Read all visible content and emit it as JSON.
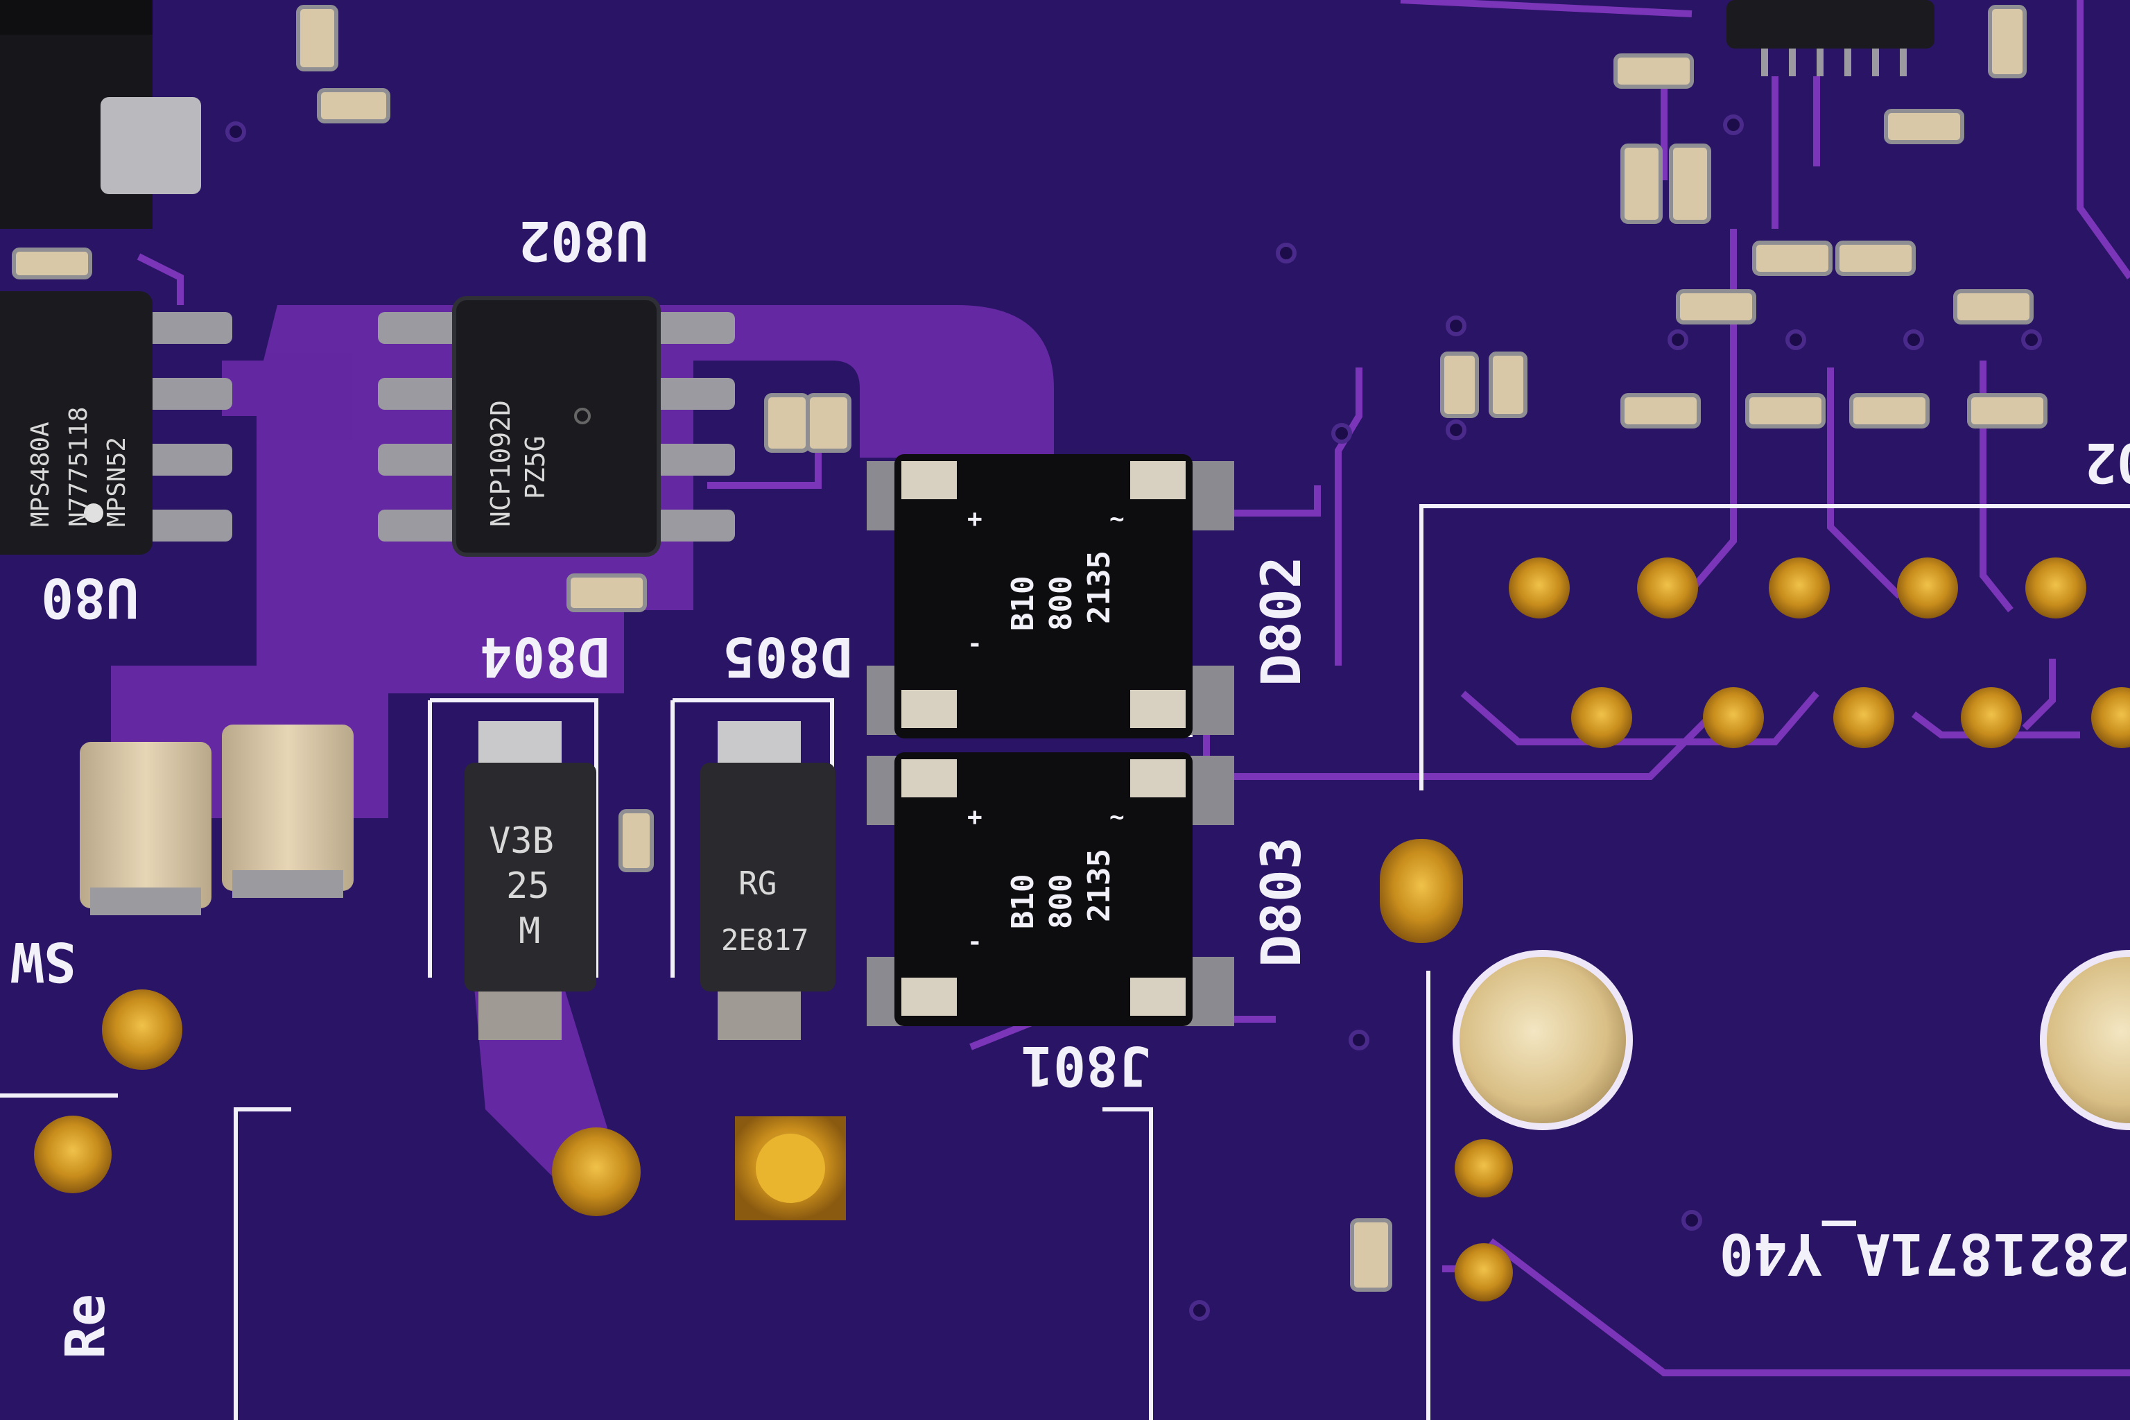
{
  "image": {
    "kind": "photo-of-pcb",
    "board_color": "#2a1466",
    "trace_color": "#7a35b8",
    "silkscreen_color": "#f2f0f8",
    "pad_color": "#c9a23a"
  },
  "labels": {
    "u802": "U802",
    "u80_partial": "U80",
    "d804": "D804",
    "d805": "D805",
    "d802": "D802",
    "d803": "D803",
    "j801": "J801",
    "label_02_partial": "02",
    "part_number": "2821871A_Y40",
    "sw_partial": "SW",
    "re_partial": "Re"
  },
  "chips": {
    "u802": {
      "line1": "NCP1092D",
      "line2": "PZ5G"
    },
    "u801": {
      "line1": "MPSN52",
      "line2": "N7775118",
      "line3": "MPS480A"
    },
    "d802": {
      "line1": "B10",
      "line2": "800",
      "line3": "2135",
      "plus": "+",
      "minus": "-",
      "tilde": "~"
    },
    "d803": {
      "line1": "B10",
      "line2": "800",
      "line3": "2135",
      "plus": "+",
      "minus": "-",
      "tilde": "~"
    },
    "d804": {
      "line1": "V3B",
      "line2": "25",
      "line3": "M"
    },
    "d805": {
      "line1": "RG",
      "line2": "2E817"
    }
  }
}
